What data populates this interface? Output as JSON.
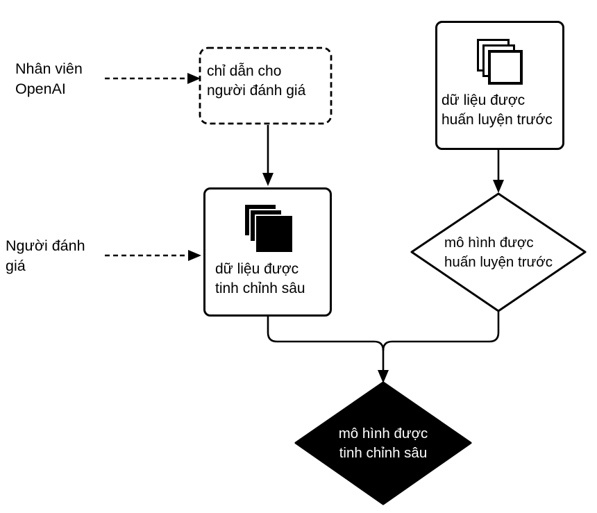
{
  "diagram": {
    "actors": {
      "openai_staff": {
        "label": "Nhân viên\nOpenAI"
      },
      "evaluator": {
        "label": "Người đánh\ngiá"
      }
    },
    "nodes": {
      "instructions": {
        "label": "chỉ dẫn cho\nngười đánh giá"
      },
      "pretrained_data": {
        "label": "dữ liệu được\nhuấn luyện trước",
        "icon": "stacked-documents-outline-icon"
      },
      "finetuned_data": {
        "label": "dữ liệu được\ntinh chỉnh sâu",
        "icon": "stacked-documents-filled-icon"
      },
      "pretrained_model": {
        "label": "mô hình được\nhuấn luyện trước"
      },
      "finetuned_model": {
        "label": "mô hình được\ntinh chỉnh sâu"
      }
    },
    "colors": {
      "stroke": "#000000",
      "node_fill": "#ffffff",
      "final_node_fill": "#000000",
      "text": "#000000",
      "inverse_text": "#ffffff",
      "background": "#ffffff"
    }
  }
}
